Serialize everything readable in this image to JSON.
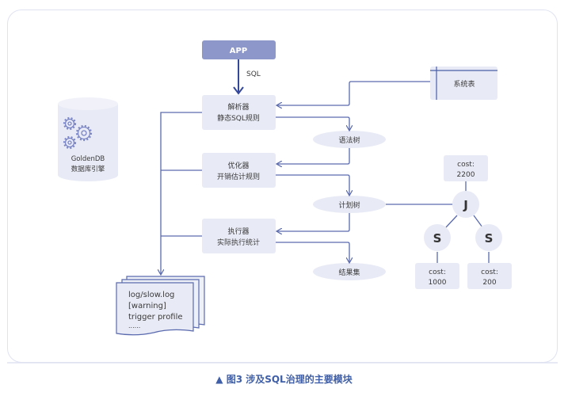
{
  "app_box": {
    "label": "APP"
  },
  "sql_label": "SQL",
  "parser": {
    "line1": "解析器",
    "line2": "静态SQL规则"
  },
  "optimizer": {
    "line1": "优化器",
    "line2": "开销估计规则"
  },
  "executor": {
    "line1": "执行器",
    "line2": "实际执行统计"
  },
  "system_table": {
    "label": "系统表"
  },
  "ellipses": {
    "syntax_tree": "语法树",
    "plan_tree": "计划树",
    "result_set": "结果集"
  },
  "engine": {
    "line1": "GoldenDB",
    "line2": "数据库引擎",
    "icon": "gears-icon"
  },
  "log": {
    "lines": [
      "log/slow.log",
      "[warning]",
      "trigger profile",
      "......"
    ]
  },
  "plan": {
    "join_node": {
      "label": "J",
      "cost_label": "cost:",
      "cost_value": "2200"
    },
    "scan_left": {
      "label": "S",
      "cost_label": "cost:",
      "cost_value": "1000"
    },
    "scan_right": {
      "label": "S",
      "cost_label": "cost:",
      "cost_value": "200"
    }
  },
  "caption": {
    "marker": "▲",
    "text": "图3  涉及SQL治理的主要模块"
  },
  "colors": {
    "accent": "#8e97c9",
    "line": "#4a5ea8",
    "box_fill": "#e8eaf5",
    "caption": "#3f5fa8"
  }
}
